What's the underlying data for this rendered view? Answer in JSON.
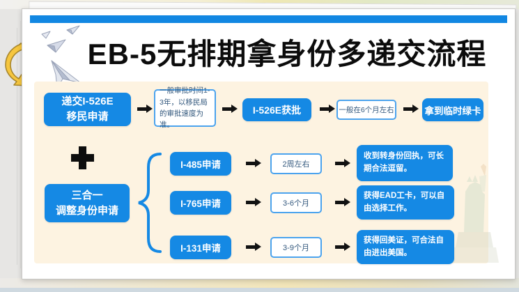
{
  "header": {
    "title": "EB-5无排期拿身份多递交流程"
  },
  "flow": {
    "row1": {
      "step1": "递交I-526E\n移民申请",
      "note1": "一般审批时间1-3年，以移民局的审批速度为准。",
      "step2": "I-526E获批",
      "note2": "一般在6个月左右",
      "step3": "拿到临时绿卡"
    },
    "row2": {
      "combo": "三合一\n调整身份申请",
      "branches": [
        {
          "step": "I-485申请",
          "duration": "2周左右",
          "result": "收到转身份回执，可长期合法逗留。"
        },
        {
          "step": "I-765申请",
          "duration": "3-6个月",
          "result": "获得EAD工卡，可以自由选择工作。"
        },
        {
          "step": "I-131申请",
          "duration": "3-9个月",
          "result": "获得回美证，可合法自由进出美国。"
        }
      ]
    }
  },
  "colors": {
    "accent_blue": "#1589e4",
    "top_bar_blue": "#1287e2",
    "panel_cream": "#fdf3e1",
    "note_border_blue": "#4ba3ee",
    "note_text_navy": "#33587d",
    "arrow_black": "#121212",
    "decoration_yellow": "#f6c63e"
  }
}
